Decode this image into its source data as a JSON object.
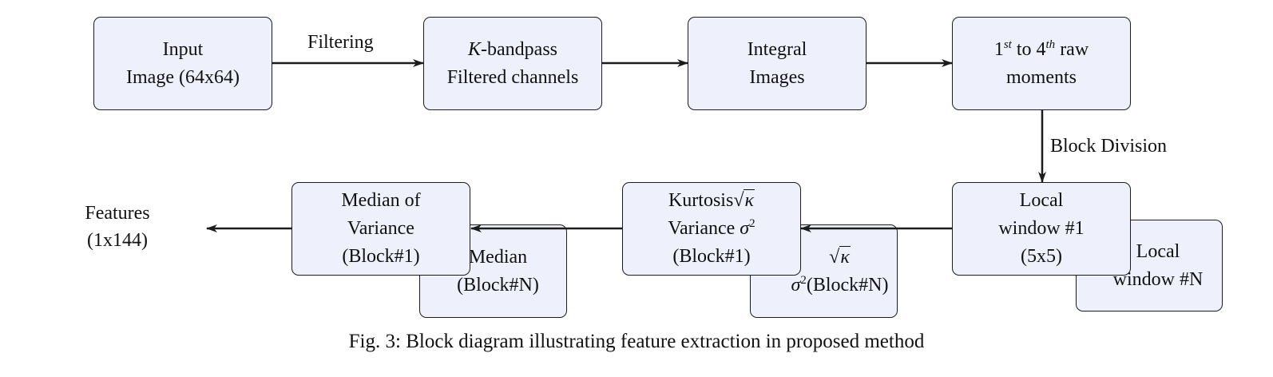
{
  "diagram": {
    "nodes": {
      "input": {
        "line1": "Input",
        "line2": "Image (64x64)"
      },
      "bandpass": {
        "k_symbol": "K",
        "line1_rest": "-bandpass",
        "line2": "Filtered channels"
      },
      "integral": {
        "line1": "Integral",
        "line2": "Images"
      },
      "moments": {
        "n1": "1",
        "sup1": "st",
        "mid": " to ",
        "n2": "4",
        "sup2": "th",
        "tail": " raw",
        "line2": "moments"
      },
      "local_window_1": {
        "line1": "Local",
        "line2": "window #1",
        "line3": "(5x5)"
      },
      "local_window_n": {
        "line1": "Local",
        "line2": "window #N"
      },
      "stats_block_1": {
        "kurt_label": "Kurtosis",
        "kappa": "κ",
        "var_label": "Variance ",
        "sigma": "σ",
        "sq": "2",
        "line3": "(Block#1)"
      },
      "stats_block_n": {
        "kappa": "κ",
        "sigma": "σ",
        "sq": "2",
        "block": "(Block#N)"
      },
      "median_block_1": {
        "line1": "Median of",
        "line2": "Variance",
        "line3": "(Block#1)"
      },
      "median_block_n": {
        "line1": "Median",
        "line2": "(Block#N)"
      }
    },
    "edge_labels": {
      "filtering": "Filtering",
      "block_division": "Block Division"
    },
    "output": {
      "line1": "Features",
      "line2": "(1x144)"
    },
    "caption": "Fig. 3: Block diagram illustrating feature extraction in proposed method"
  },
  "colors": {
    "box_fill": "#eef0fb",
    "stroke": "#1c1c1c",
    "text": "#111111"
  }
}
